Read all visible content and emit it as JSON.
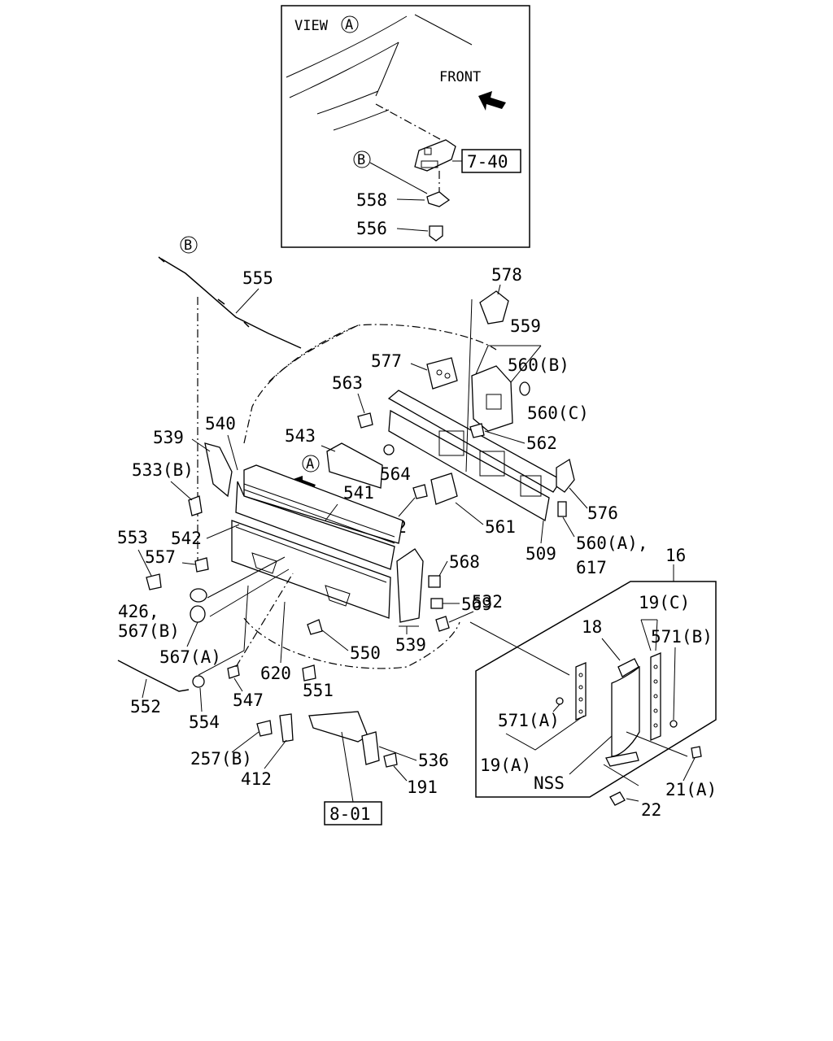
{
  "inset": {
    "view_label": "VIEW",
    "view_ref": "A",
    "front_label": "FRONT",
    "ref_b": "B",
    "box_ref": "7-40",
    "parts": [
      "558",
      "556"
    ]
  },
  "refs": {
    "b_main": "B",
    "a_main": "A"
  },
  "parts": {
    "p555": "555",
    "p578": "578",
    "p559": "559",
    "p560b": "560(B)",
    "p560c": "560(C)",
    "p577": "577",
    "p563": "563",
    "p562a": "562",
    "p540": "540",
    "p539a": "539",
    "p543": "543",
    "p533b": "533(B)",
    "p564": "564",
    "p541": "541",
    "p576": "576",
    "p561": "561",
    "p562b": "562",
    "p553": "553",
    "p542": "542",
    "p557": "557",
    "p509": "509",
    "p560a": "560(A),",
    "p617": "617",
    "p16": "16",
    "p568": "568",
    "p569": "569",
    "p532": "532",
    "p426": "426,",
    "p567b": "567(B)",
    "p19c": "19(C)",
    "p18": "18",
    "p571b": "571(B)",
    "p539b": "539",
    "p550": "550",
    "p567a": "567(A)",
    "p620": "620",
    "p551": "551",
    "p547": "547",
    "p552": "552",
    "p554": "554",
    "p571a": "571(A)",
    "p19a": "19(A)",
    "p257b": "257(B)",
    "p536": "536",
    "p412": "412",
    "p191": "191",
    "pnss": "NSS",
    "p21a": "21(A)",
    "p22": "22",
    "box801": "8-01"
  }
}
